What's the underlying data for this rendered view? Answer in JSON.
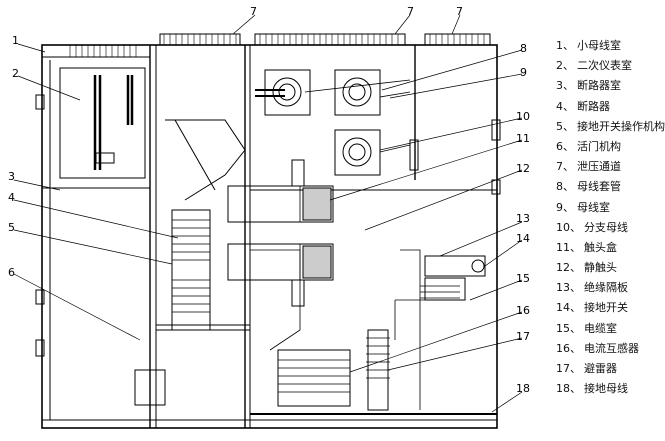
{
  "callouts": [
    "1",
    "2",
    "3",
    "4",
    "5",
    "6",
    "7",
    "8",
    "9",
    "10",
    "11",
    "12",
    "13",
    "14",
    "15",
    "16",
    "17",
    "18"
  ],
  "legend": [
    {
      "num": "1、",
      "label": "小母线室"
    },
    {
      "num": "2、",
      "label": "二次仪表室"
    },
    {
      "num": "3、",
      "label": "断路器室"
    },
    {
      "num": "4、",
      "label": "断路器"
    },
    {
      "num": "5、",
      "label": "接地开关操作机构"
    },
    {
      "num": "6、",
      "label": "活门机构"
    },
    {
      "num": "7、",
      "label": "泄压通道"
    },
    {
      "num": "8、",
      "label": "母线套管"
    },
    {
      "num": "9、",
      "label": "母线室"
    },
    {
      "num": "10、",
      "label": "分支母线"
    },
    {
      "num": "11、",
      "label": "触头盒"
    },
    {
      "num": "12、",
      "label": "静触头"
    },
    {
      "num": "13、",
      "label": "绝缘隔板"
    },
    {
      "num": "14、",
      "label": "接地开关"
    },
    {
      "num": "15、",
      "label": "电缆室"
    },
    {
      "num": "16、",
      "label": "电流互感器"
    },
    {
      "num": "17、",
      "label": "避雷器"
    },
    {
      "num": "18、",
      "label": "接地母线"
    }
  ]
}
